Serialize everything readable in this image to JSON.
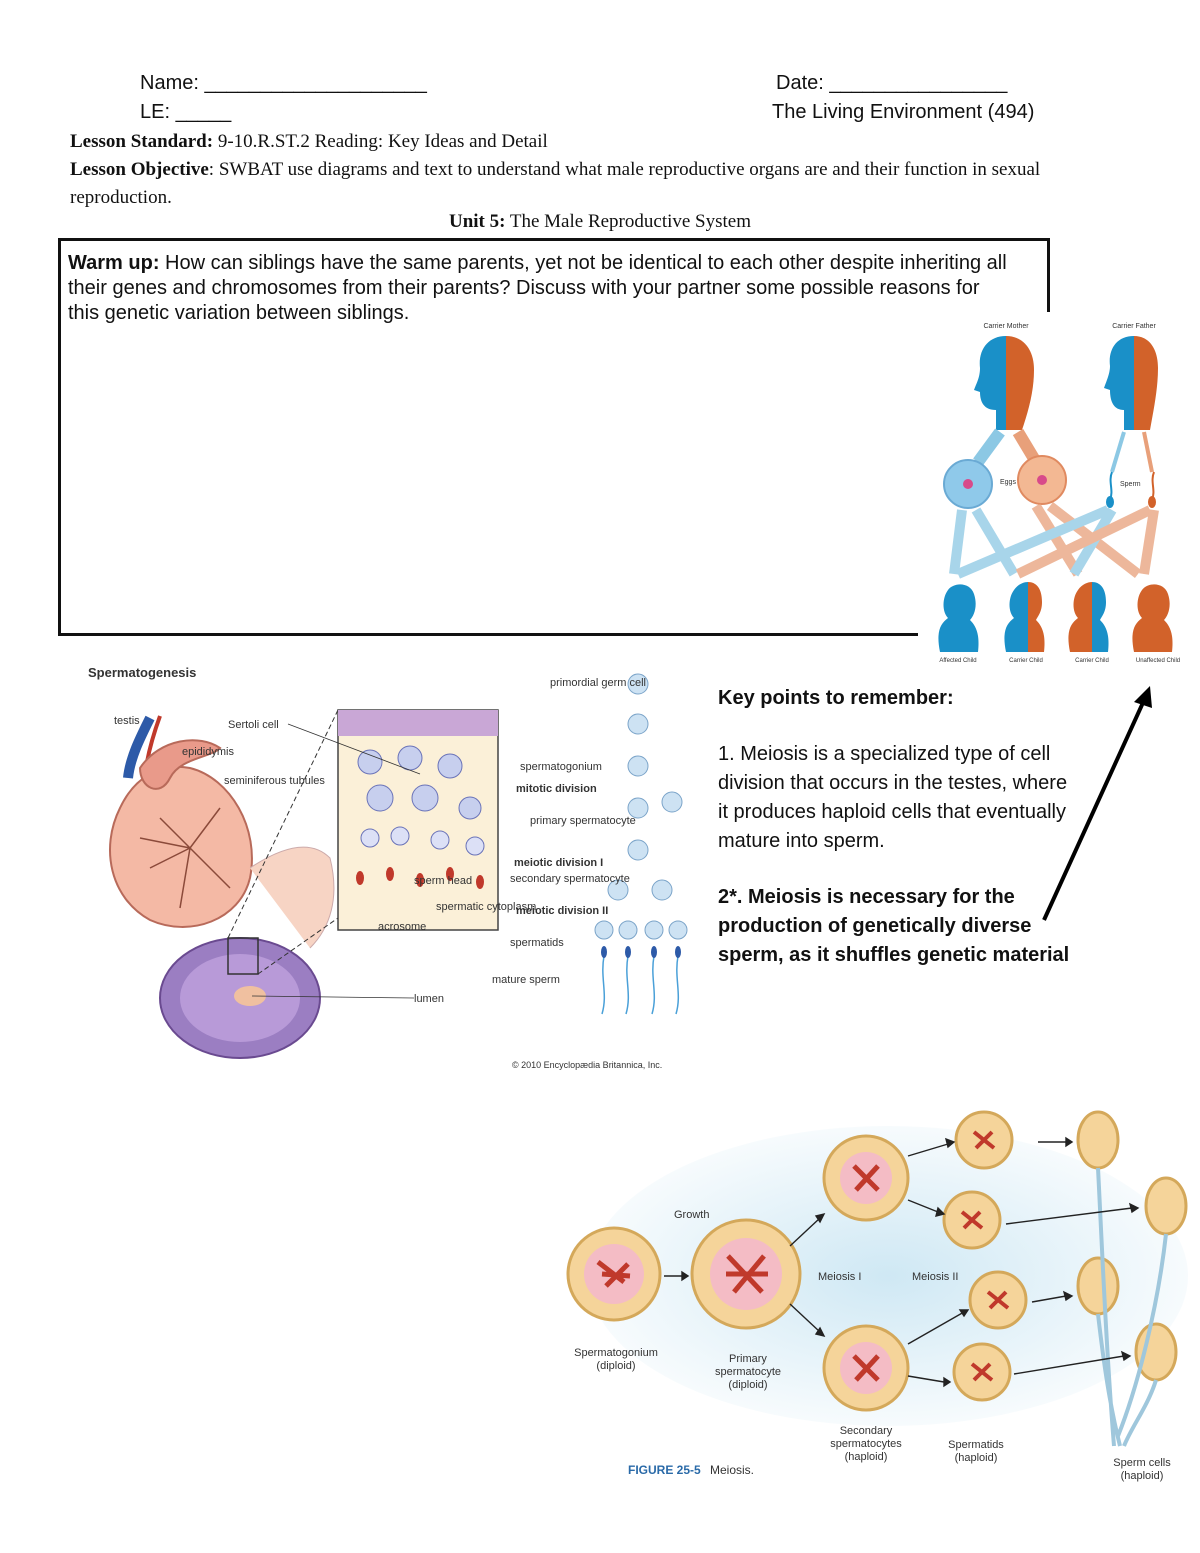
{
  "header": {
    "name_label": "Name: ____________________",
    "date_label": "Date: ________________",
    "le_label": "LE: _____",
    "course": "The Living Environment (494)"
  },
  "lesson": {
    "standard_label": "Lesson Standard:",
    "standard_text": " 9-10.R.ST.2 Reading: Key Ideas and Detail",
    "objective_label": "Lesson Objective",
    "objective_text": ": SWBAT use diagrams and text to understand what male reproductive organs are and their function in sexual reproduction.",
    "unit_label": "Unit 5:",
    "unit_text": " The Male Reproductive System"
  },
  "warmup": {
    "label": "Warm up:",
    "text": " How can siblings have the same parents, yet not be identical to each other despite inheriting all their genes and chromosomes from their parents? Discuss with your partner some possible reasons for this genetic variation between siblings."
  },
  "inheritance_figure": {
    "labels": [
      "Carrier Mother",
      "Carrier Father",
      "Eggs",
      "Sperm",
      "Affected Child",
      "Carrier Child",
      "Carrier Child",
      "Unaffected Child"
    ],
    "colors": {
      "blue": "#1a90c8",
      "orange": "#d2622a"
    }
  },
  "spermatogenesis_figure": {
    "title": "Spermatogenesis",
    "labels": {
      "testis": "testis",
      "epididymis": "epididymis",
      "seminiferous_tubules": "seminiferous tubules",
      "sertoli_cell": "Sertoli cell",
      "primordial_germ_cell": "primordial germ cell",
      "spermatogonium": "spermatogonium",
      "mitotic_division": "mitotic division",
      "primary_spermatocyte": "primary spermatocyte",
      "meiotic_division_1": "meiotic division I",
      "secondary_spermatocyte": "secondary spermatocyte",
      "meiotic_division_2": "meiotic division II",
      "spermatids": "spermatids",
      "sperm_head": "sperm head",
      "spermatic_cytoplasm": "spermatic cytoplasm",
      "acrosome": "acrosome",
      "mature_sperm": "mature sperm",
      "lumen": "lumen"
    },
    "copyright": "© 2010 Encyclopædia Britannica, Inc."
  },
  "key_points": {
    "heading": "Key points to remember:",
    "point1": "1. Meiosis is a specialized type of cell division that occurs in the testes, where it produces haploid cells that eventually mature into sperm.",
    "point2": "2*. Meiosis is necessary for the production of genetically diverse sperm, as it shuffles genetic material"
  },
  "meiosis_figure": {
    "growth": "Growth",
    "meiosis1": "Meiosis I",
    "meiosis2": "Meiosis II",
    "spermatogonium": "Spermatogonium",
    "spermatogonium_ploidy": "(diploid)",
    "primary": "Primary",
    "primary2": "spermatocyte",
    "primary_ploidy": "(diploid)",
    "secondary": "Secondary",
    "secondary2": "spermatocytes",
    "secondary_ploidy": "(haploid)",
    "spermatids": "Spermatids",
    "spermatids_ploidy": "(haploid)",
    "sperm_cells": "Sperm cells",
    "sperm_ploidy": "(haploid)",
    "caption_num": "FIGURE 25-5",
    "caption_text": "Meiosis."
  }
}
